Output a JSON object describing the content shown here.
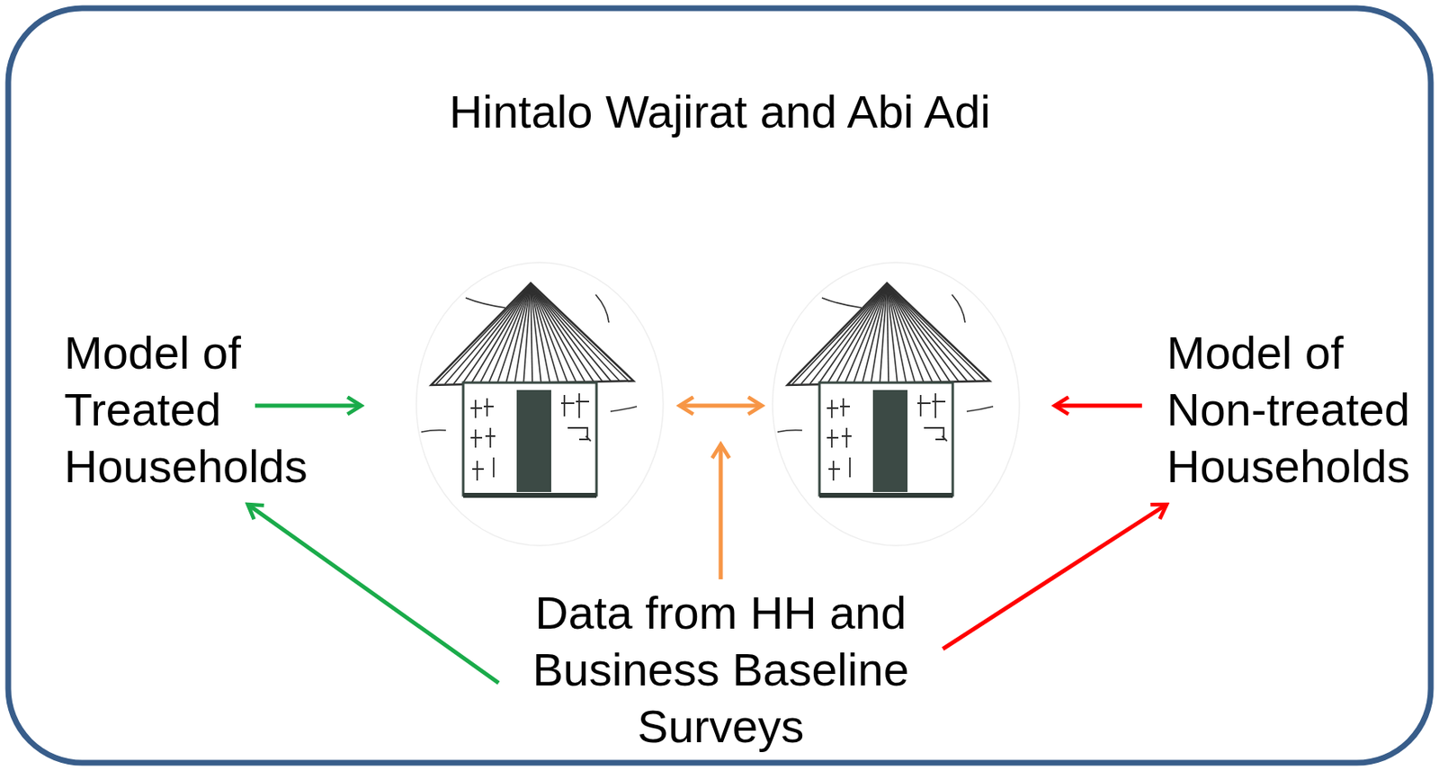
{
  "diagram": {
    "title": "Hintalo Wajirat and Abi Adi",
    "nodes": [
      {
        "text": [
          "Model of Treated Households"
        ]
      },
      {
        "text": [
          "Model of Non-treated Households"
        ]
      },
      {
        "text": [
          "Data from HH and Business Baseline Surveys"
        ]
      }
    ],
    "edges": [
      {
        "from": 2,
        "to": 0,
        "arrow": "to"
      },
      {
        "from": 2,
        "to": 1,
        "arrow": "to"
      }
    ]
  }
}
